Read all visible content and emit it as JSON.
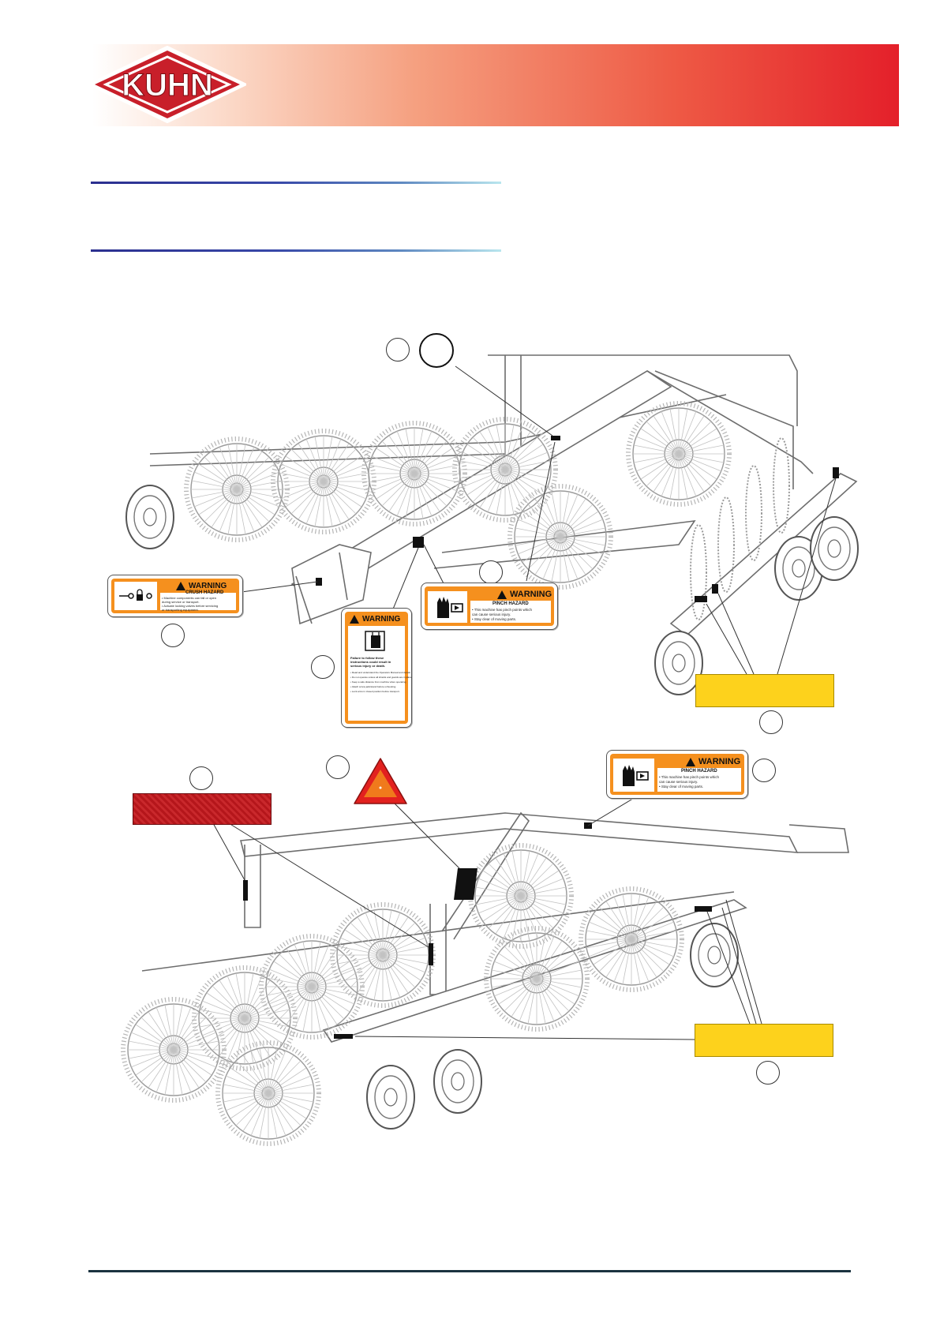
{
  "header": {
    "logo_text": "KUHN",
    "banner_colors": [
      "#ffffff",
      "#e4202a"
    ]
  },
  "decals": {
    "crush": {
      "signal": "WARNING",
      "hazard": "CRUSH HAZARD",
      "bullets": [
        "• Machine components can fall or open",
        "  during service or transport.",
        "• Actuate locking valves before servicing",
        "  or transporting equipment."
      ],
      "icon": "lock-icon"
    },
    "operator": {
      "signal": "WARNING",
      "intro": "Failure to follow these instructions could result in serious injury or death.",
      "bullets": [
        "• Read and understand the Operators Manual and decals",
        "• Do not operate unless all shields and guards are in place.",
        "• Keep a safe distance from machine when operating.",
        "• Attach screw jack/stand before unhooking.",
        "• Lock arms in closed position before transport."
      ],
      "icon": "manual-icon"
    },
    "pinch": {
      "signal": "WARNING",
      "hazard": "PINCH HAZARD",
      "bullets": [
        "• This machine has pinch points which",
        "  can cause serious injury.",
        "• Stay clear of moving parts."
      ],
      "icon": "pinch-hand-icon"
    }
  },
  "reflectors": {
    "yellow": "#fdd21c",
    "red": "#b5161b",
    "orange": "#f07a1c"
  }
}
